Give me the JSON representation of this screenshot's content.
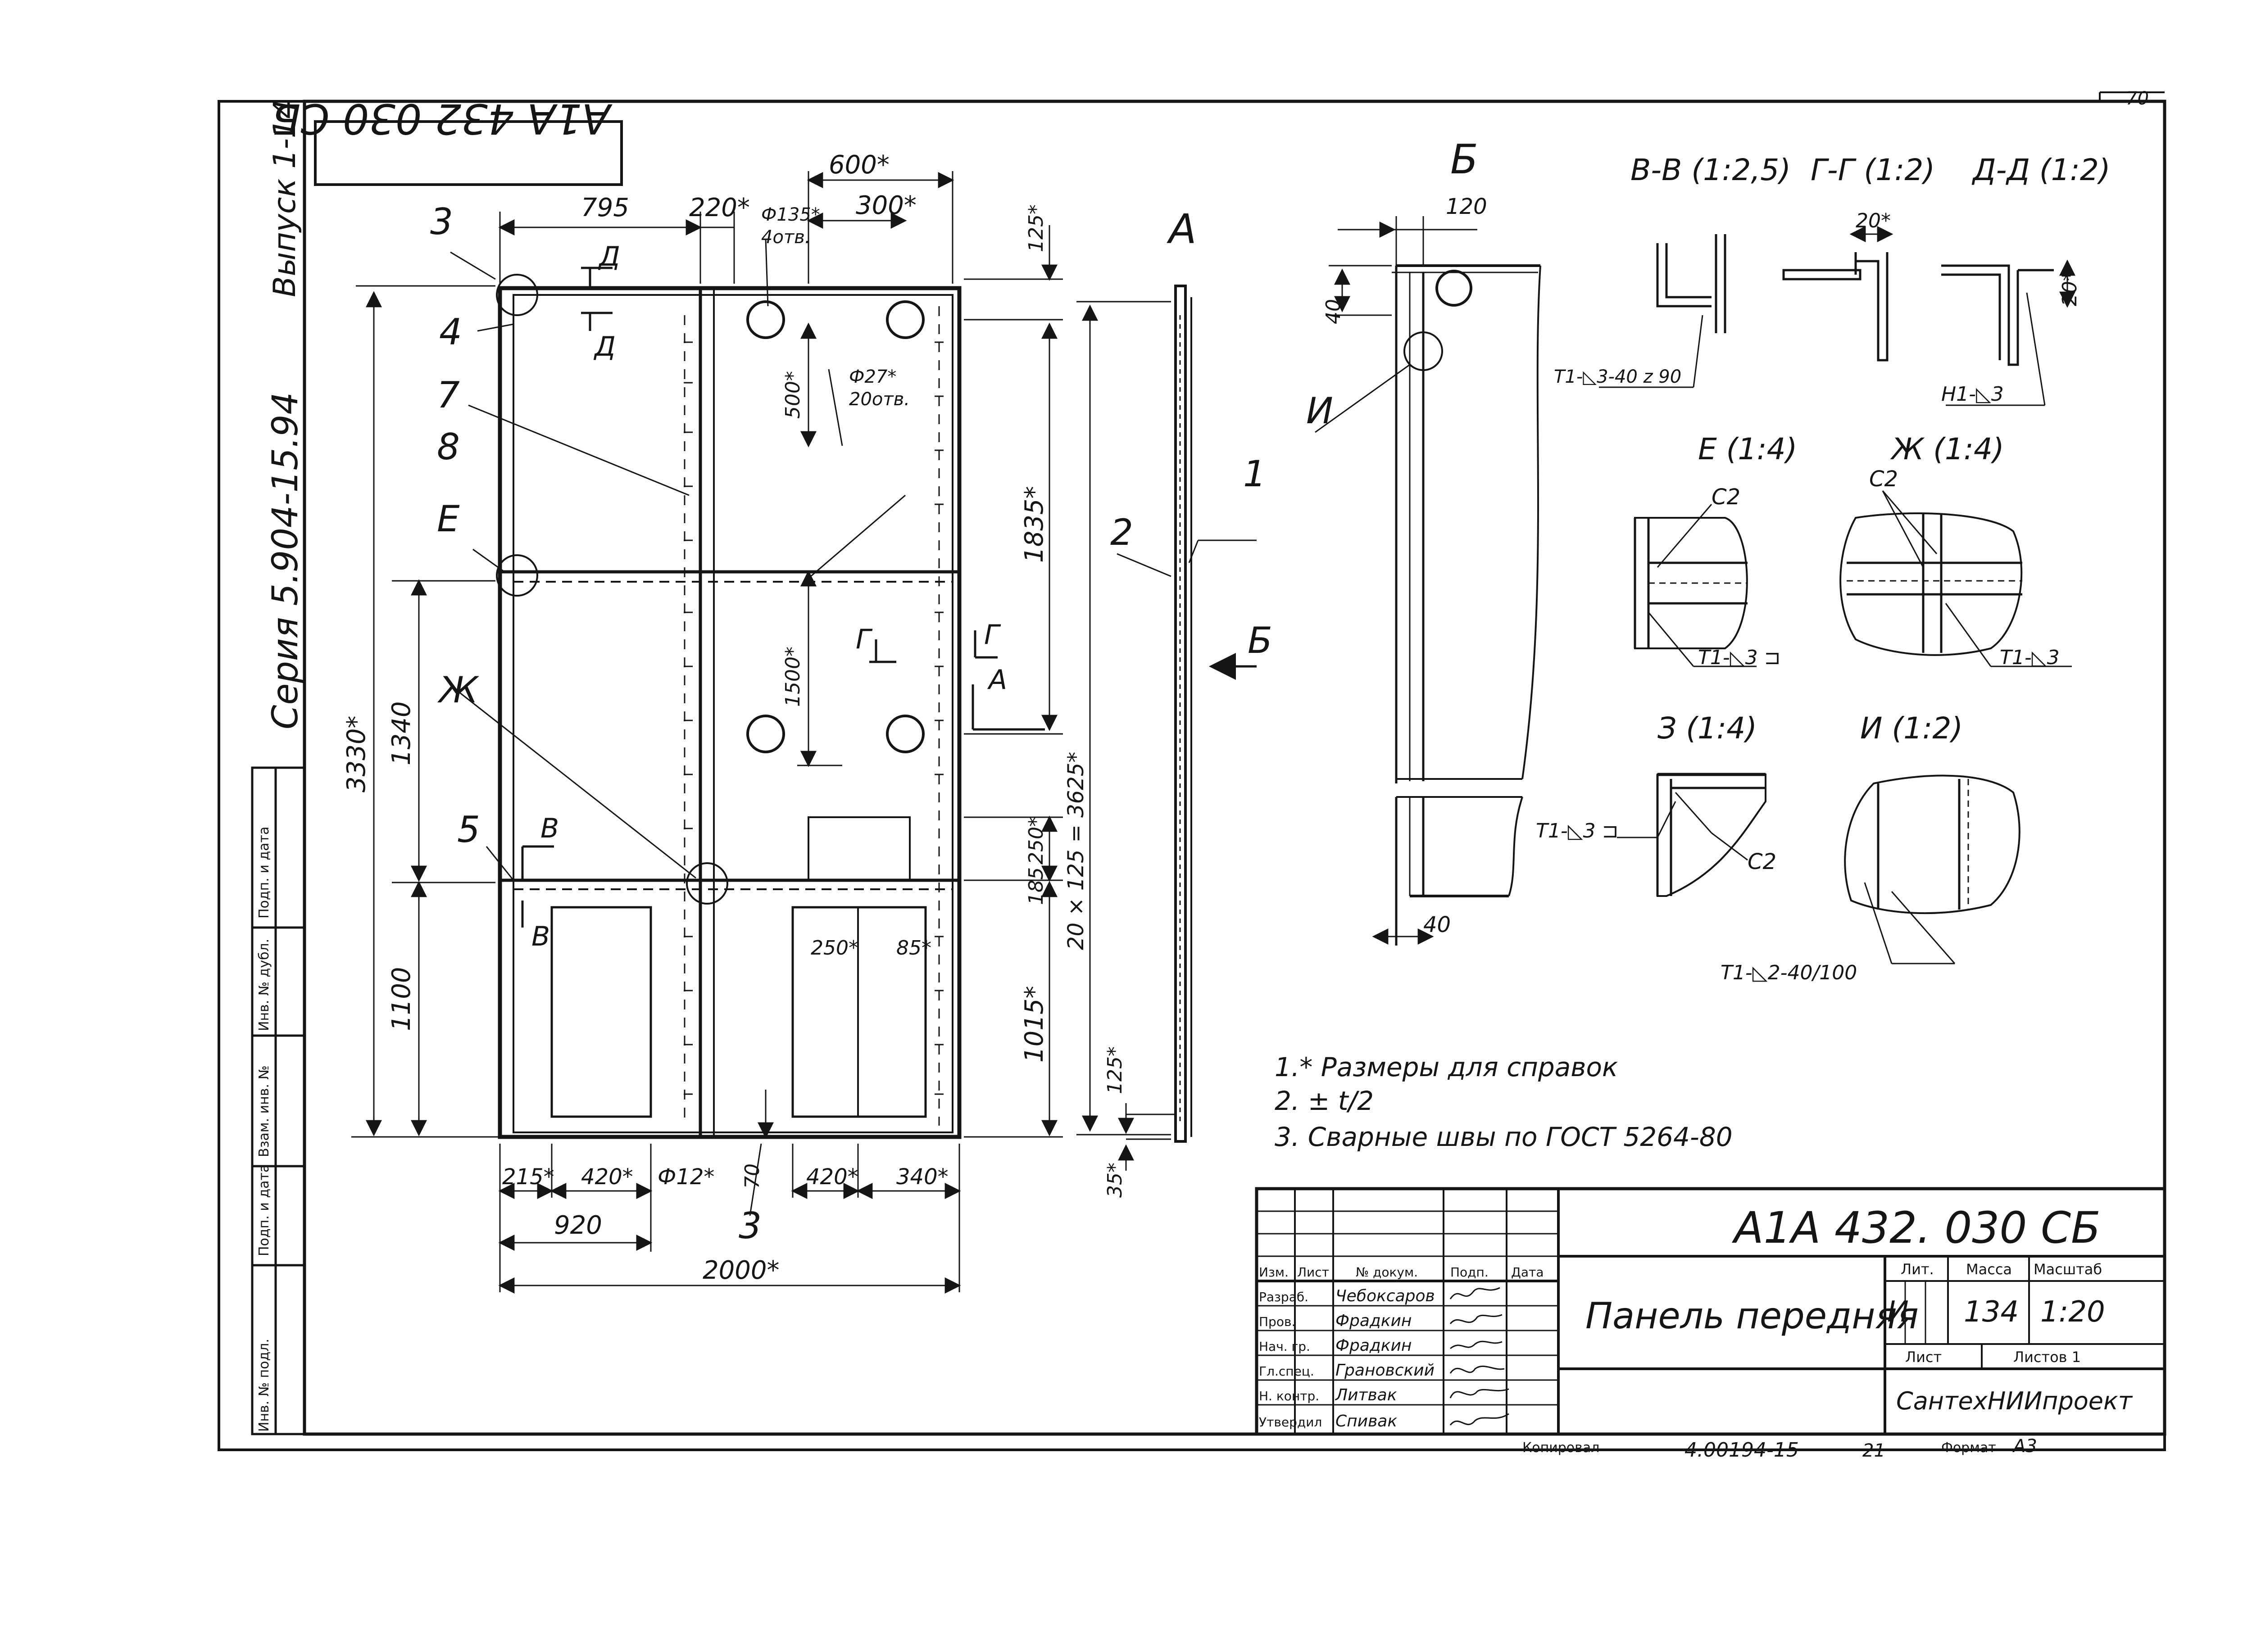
{
  "document": {
    "designation": "А1А 432. 030 СБ",
    "designation_rotated": "А1А 432 030 СБ",
    "series": "Серия 5.904-15.94",
    "issue": "Выпуск 1-14",
    "sheet_corner_number": "70",
    "title": "Панель передняя",
    "organization": "СантехНИИпроект",
    "copied_by_label": "Копировал",
    "copy_number": "4.00194-15",
    "copy_sheet": "21",
    "format_label": "Формат",
    "format_value": "А3"
  },
  "title_block": {
    "headers": {
      "lit": "Лит.",
      "mass": "Масса",
      "scale": "Масштаб",
      "sheet": "Лист",
      "sheets": "Листов 1"
    },
    "values": {
      "lit": "И",
      "mass": "134",
      "scale": "1:20"
    },
    "revision_header": [
      "Изм.",
      "Лист",
      "№ докум.",
      "Подп.",
      "Дата"
    ],
    "signatures": [
      {
        "role": "Разраб.",
        "name": "Чебоксаров"
      },
      {
        "role": "Пров.",
        "name": "Фрадкин"
      },
      {
        "role": "Нач. гр.",
        "name": "Фрадкин"
      },
      {
        "role": "Гл.спец.",
        "name": "Грановский"
      },
      {
        "role": "Н. контр.",
        "name": "Литвак"
      },
      {
        "role": "Утвердил",
        "name": "Спивак"
      }
    ]
  },
  "side_stamp": [
    "Инв. № подл.",
    "Подп. и дата",
    "Взам. инв. №",
    "Инв. № дубл.",
    "Подп. и дата"
  ],
  "notes": [
    "1.* Размеры для справок",
    "2. ± t/2",
    "3. Сварные швы по ГОСТ 5264-80"
  ],
  "main_view": {
    "dims_top": [
      "795",
      "220*",
      "600*",
      "300*"
    ],
    "dims_bottom": [
      "215*",
      "420*",
      "Ф12*",
      "70",
      "420*",
      "340*"
    ],
    "dim_920": "920",
    "dim_total": "2000*",
    "dims_left": [
      "3330*",
      "1340",
      "1100"
    ],
    "dims_right": [
      "125*",
      "1835*",
      "250*",
      "185",
      "1015*"
    ],
    "hole_large": "Ф135*",
    "hole_large_count": "4отв.",
    "hole_small": "Ф27*",
    "hole_small_count": "20отв.",
    "dim_500": "500*",
    "dim_1500": "1500*",
    "dim_250_inner": "250*",
    "dim_85": "85*",
    "callouts": [
      "3",
      "4",
      "7",
      "8",
      "Е",
      "Ж",
      "5",
      "3"
    ],
    "section_marks": [
      "Д",
      "Д",
      "Г",
      "Г",
      "В",
      "В",
      "А"
    ]
  },
  "side_view": {
    "label": "А",
    "dim_chain": "20 × 125 = 3625*",
    "dim_125": "125*",
    "dim_35": "35*",
    "callouts": [
      "1",
      "2"
    ],
    "view_arrow": "Б"
  },
  "view_b": {
    "label": "Б",
    "dims": [
      "120",
      "40",
      "40"
    ],
    "callout": "И"
  },
  "details": {
    "vv": {
      "title": "В-В (1:2,5)",
      "weld": "Т1-◺3-40 z 90"
    },
    "gg": {
      "title": "Г-Г (1:2)",
      "dim": "20*"
    },
    "dd": {
      "title": "Д-Д (1:2)",
      "dim": "20*",
      "weld": "Н1-◺3"
    },
    "e": {
      "title": "Е (1:4)",
      "c2": "С2",
      "weld": "Т1-◺3 ⊐"
    },
    "zh": {
      "title": "Ж (1:4)",
      "c2": "С2",
      "weld": "Т1-◺3"
    },
    "z": {
      "title": "З (1:4)",
      "c2": "С2",
      "weld": "Т1-◺3 ⊐"
    },
    "i": {
      "title": "И (1:2)",
      "weld": "Т1-◺2-40/100"
    }
  }
}
